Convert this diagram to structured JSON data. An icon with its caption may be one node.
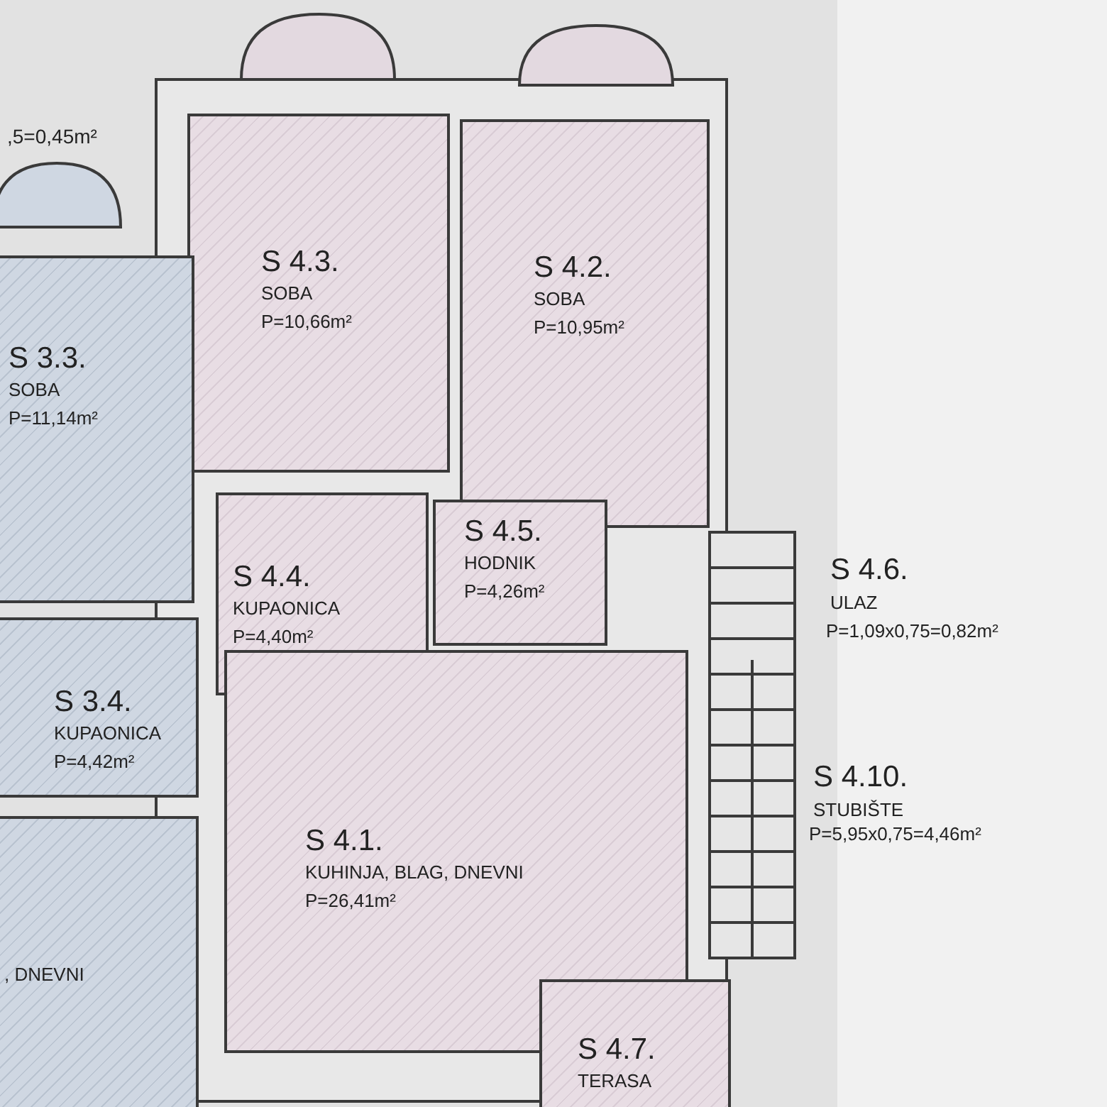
{
  "diagram": {
    "nodes": [
      {
        "text": [
          "S 4.3.",
          "SOBA",
          "P=10,66m²"
        ]
      },
      {
        "text": [
          "S 4.2.",
          "SOBA",
          "P=10,95m²"
        ]
      },
      {
        "text": [
          "S 3.3.",
          "SOBA",
          "P=11,14m²"
        ]
      },
      {
        "text": [
          "S 4.5.",
          "HODNIK",
          "P=4,26m²"
        ]
      },
      {
        "text": [
          "S 4.4.",
          "KUPAONICA",
          "P=4,40m²"
        ]
      },
      {
        "text": [
          "S 3.4.",
          "KUPAONICA",
          "P=4,42m²"
        ]
      },
      {
        "text": [
          "S 4.1.",
          "KUHINJA, BLAG, DNEVNI",
          "P=26,41m²"
        ]
      },
      {
        "text": [
          ", DNEVNI"
        ]
      },
      {
        "text": [
          "S 4.7.",
          "TERASA"
        ]
      }
    ],
    "labels": [
      ",5=0,45m²",
      "S 4.6.",
      "ULAZ",
      "P=1,09x0,75=0,82m²",
      "S 4.10.",
      "STUBIŠTE",
      "P=5,95x0,75=4,46m²"
    ]
  }
}
